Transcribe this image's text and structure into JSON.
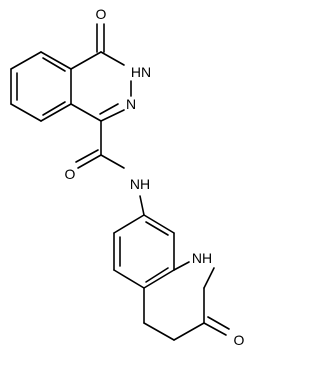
{
  "atoms": {
    "oxygen_top": "O",
    "nh_ring": "HN",
    "n_ring": "N",
    "oxygen_amide": "O",
    "nh_amide": "NH",
    "nh_lactam": "NH",
    "oxygen_lactam": "O"
  },
  "colors": {
    "bond": "#000000",
    "background": "#ffffff"
  }
}
